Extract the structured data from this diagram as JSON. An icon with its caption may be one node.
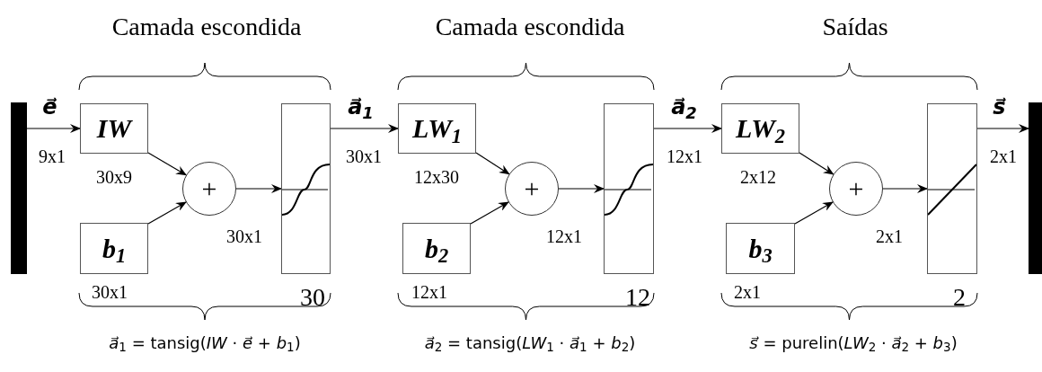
{
  "diagram": {
    "nodes": [
      {
        "text": [],
        "shape": "bar"
      },
      {
        "text": [
          "IW"
        ],
        "beside": [
          "30x9"
        ]
      },
      {
        "text": [
          "b$_{1}$"
        ],
        "beside": [
          "30x1"
        ]
      },
      {
        "text": [
          "+"
        ],
        "beside": [
          "30x1"
        ]
      },
      {
        "text": [],
        "shape": "box",
        "beside": [
          "30"
        ]
      },
      {
        "text": [
          "LW$_{1}$"
        ],
        "beside": [
          "12x30"
        ]
      },
      {
        "text": [
          "b$_{2}$"
        ],
        "beside": [
          "12x1"
        ]
      },
      {
        "text": [
          "+"
        ],
        "beside": [
          "12x1"
        ]
      },
      {
        "text": [],
        "shape": "box",
        "beside": [
          "12"
        ]
      },
      {
        "text": [
          "LW$_{2}$"
        ],
        "beside": [
          "2x12"
        ]
      },
      {
        "text": [
          "b$_{3}$"
        ],
        "beside": [
          "2x1"
        ]
      },
      {
        "text": [
          "+"
        ],
        "beside": [
          "2x1"
        ]
      },
      {
        "text": [],
        "shape": "box",
        "beside": [
          "2"
        ]
      },
      {
        "text": [],
        "shape": "bar"
      }
    ],
    "edges": [
      {
        "from": 0,
        "to": 1,
        "arrow": "to",
        "label": "e⃗"
      },
      {
        "from": 1,
        "to": 3,
        "arrow": "to"
      },
      {
        "from": 2,
        "to": 3,
        "arrow": "to"
      },
      {
        "from": 3,
        "to": 4,
        "arrow": "to"
      },
      {
        "from": 4,
        "to": 5,
        "arrow": "to",
        "label": "a⃗$_{1}$"
      },
      {
        "from": 5,
        "to": 7,
        "arrow": "to"
      },
      {
        "from": 6,
        "to": 7,
        "arrow": "to"
      },
      {
        "from": 7,
        "to": 8,
        "arrow": "to"
      },
      {
        "from": 8,
        "to": 9,
        "arrow": "to",
        "label": "a⃗$_{2}$"
      },
      {
        "from": 9,
        "to": 11,
        "arrow": "to"
      },
      {
        "from": 10,
        "to": 11,
        "arrow": "to"
      },
      {
        "from": 11,
        "to": 12,
        "arrow": "to"
      },
      {
        "from": 12,
        "to": 13,
        "arrow": "to",
        "label": "s⃗"
      }
    ],
    "labels": [
      "Camada escondida",
      "Camada escondida",
      "Saídas",
      "9x1",
      "30x1",
      "12x1",
      "2x1",
      "*a⃗*$_{1}$ = tansig(*IW* · *e⃗* + *b*$_{1}$)",
      "*a⃗*$_{2}$ = tansig(*LW*$_{1}$ · *a⃗*$_{1}$ + *b*$_{2}$)",
      "*s⃗* = purelin(*LW*$_{2}$ · *a⃗*$_{2}$ + *b*$_{3}$)"
    ]
  }
}
